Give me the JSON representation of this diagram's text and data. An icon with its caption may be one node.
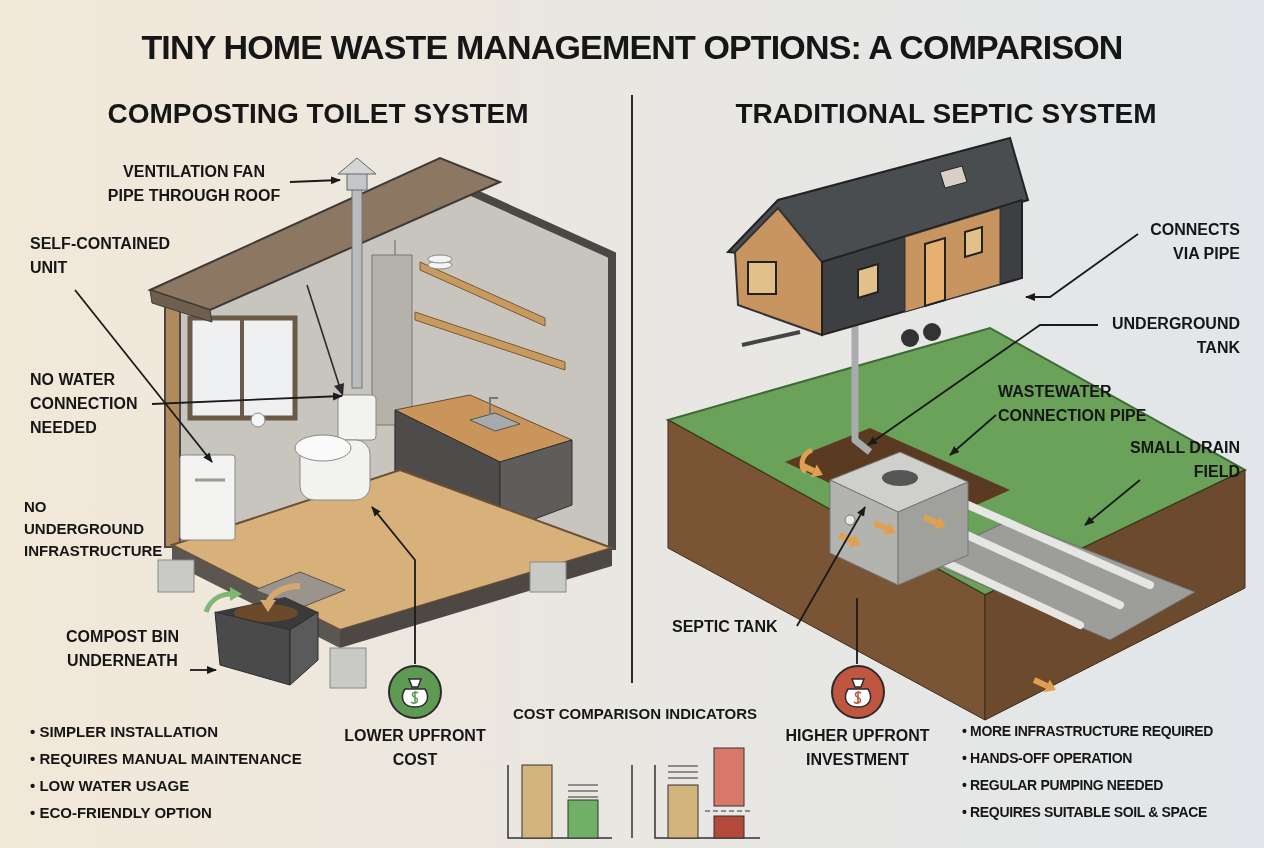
{
  "diagram": {
    "title": "TINY HOME WASTE MANAGEMENT OPTIONS: A COMPARISON",
    "nodes": [
      {
        "text": [
          "VENTILATION FAN PIPE THROUGH ROOF"
        ]
      },
      {
        "text": [
          "SELF-CONTAINED UNIT"
        ]
      },
      {
        "text": [
          "NO WATER CONNECTION NEEDED"
        ]
      },
      {
        "text": [
          "COMPOST BIN UNDERNEATH"
        ]
      },
      {
        "text": [
          "LOWER UPFRONT COST"
        ]
      },
      {
        "text": [
          "CONNECTS VIA PIPE"
        ]
      },
      {
        "text": [
          "UNDERGROUND TANK"
        ]
      },
      {
        "text": [
          "WASTEWATER CONNECTION PIPE"
        ]
      },
      {
        "text": [
          "SMALL DRAIN FIELD"
        ]
      },
      {
        "text": [
          "SEPTIC TANK"
        ]
      },
      {
        "text": [
          "HIGHER UPFRONT INVESTMENT"
        ]
      }
    ],
    "edges": [
      {
        "from": 0,
        "to": null,
        "arrow": "to"
      },
      {
        "from": 1,
        "to": null,
        "arrow": "to"
      },
      {
        "from": 2,
        "to": null,
        "arrow": "to"
      },
      {
        "from": 3,
        "to": null,
        "arrow": "to"
      },
      {
        "from": 4,
        "to": null,
        "arrow": "to"
      },
      {
        "from": 5,
        "to": null,
        "arrow": "to"
      },
      {
        "from": 6,
        "to": null,
        "arrow": "to"
      },
      {
        "from": 7,
        "to": null,
        "arrow": "to"
      },
      {
        "from": 8,
        "to": null,
        "arrow": "to"
      },
      {
        "from": 9,
        "to": null,
        "arrow": "to"
      },
      {
        "from": 10,
        "to": null,
        "arrow": "none"
      }
    ],
    "labels": [
      "COMPOSTING TOILET SYSTEM",
      "TRADITIONAL SEPTIC SYSTEM",
      "NO UNDERGROUND INFRASTRUCTURE",
      "• SIMPLER INSTALLATION",
      "• REQUIRES MANUAL MAINTENANCE",
      "• LOW WATER USAGE",
      "• ECO-FRIENDLY OPTION",
      "COST COMPARISON INDICATORS",
      "• MORE INFRASTRUCTURE REQUIRED",
      "• HANDS-OFF OPERATION",
      "• REGULAR PUMPING NEEDED",
      "• REQUIRES SUITABLE SOIL & SPACE"
    ]
  }
}
